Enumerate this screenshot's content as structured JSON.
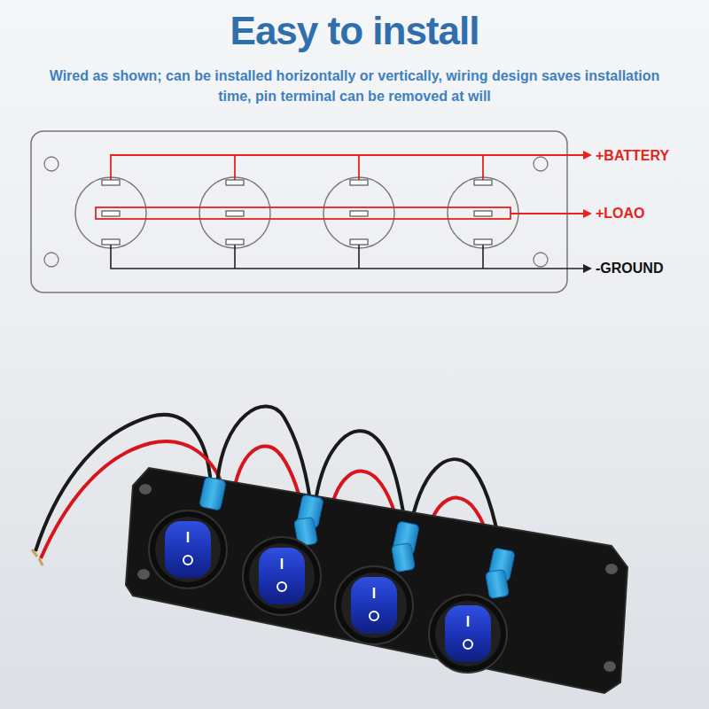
{
  "diagram": {
    "title": "Easy to install",
    "labels": [
      "Wired as shown; can be installed horizontally or vertically, wiring design saves installation time, pin terminal can be removed at will",
      "+BATTERY",
      "+LOAO",
      "-GROUND"
    ]
  }
}
